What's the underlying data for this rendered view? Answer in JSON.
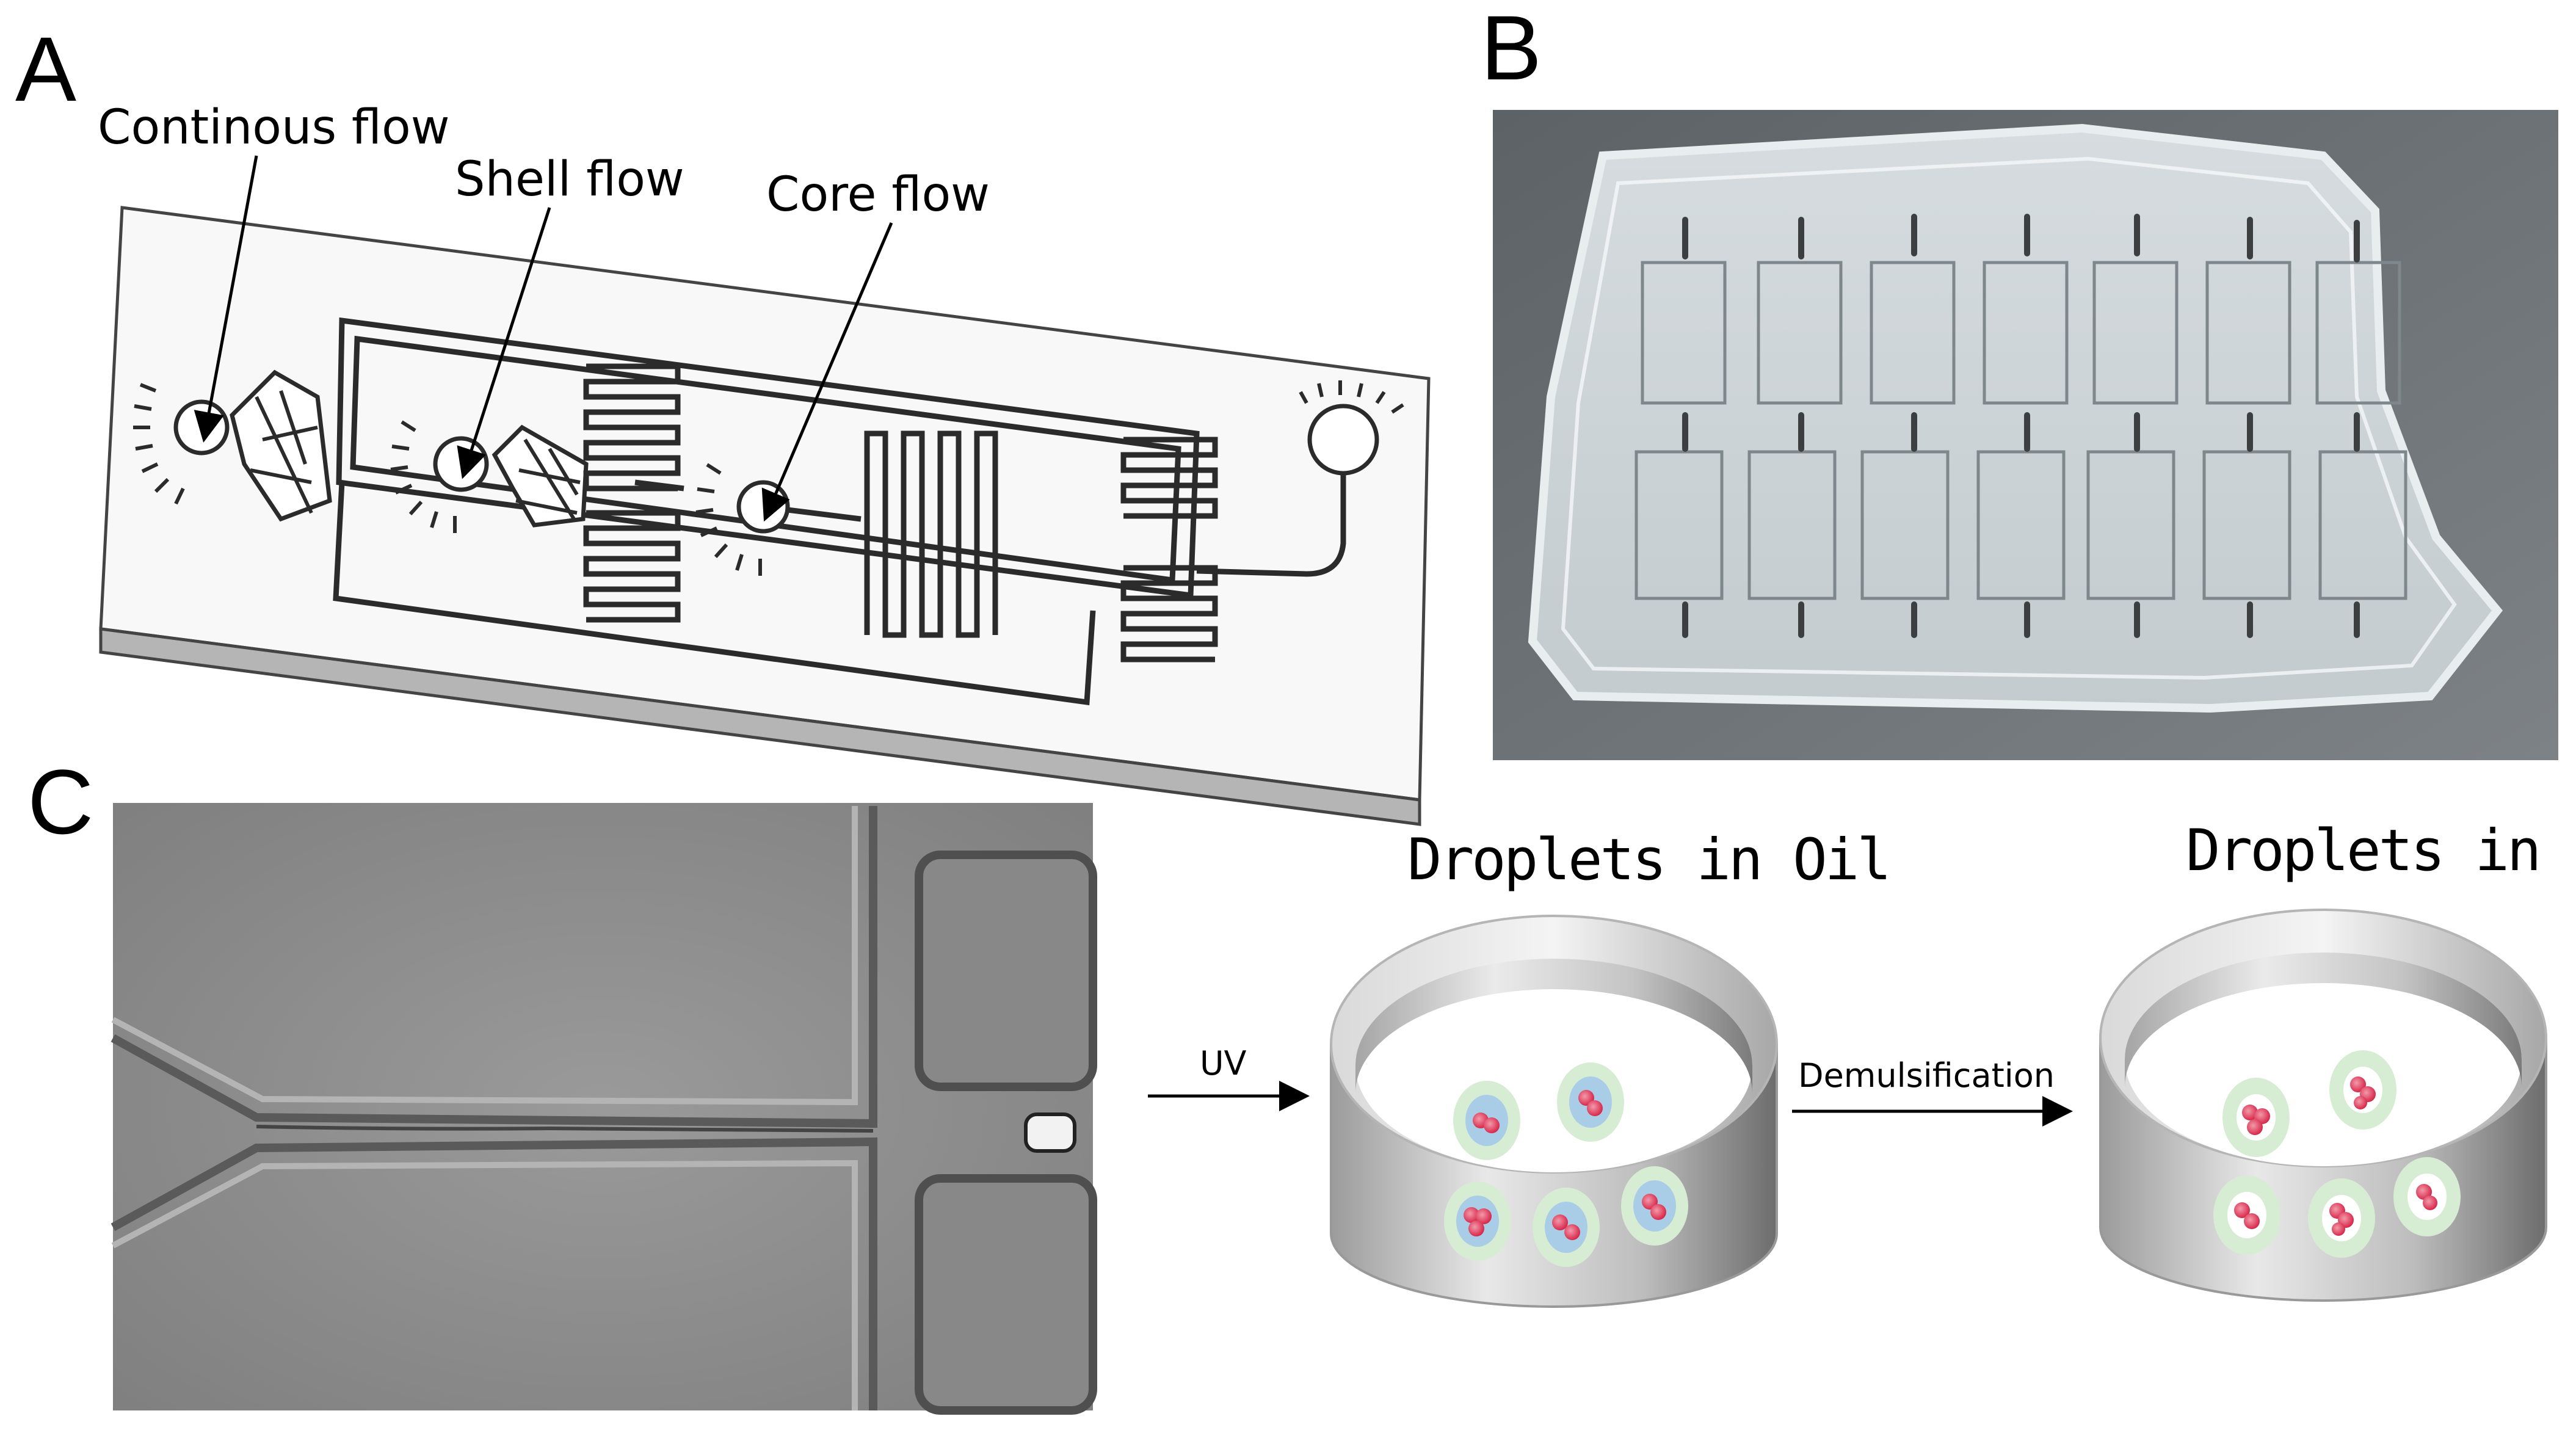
{
  "panels": {
    "a": {
      "letter": "A",
      "labels": {
        "continuous": "Continous flow",
        "shell": "Shell flow",
        "core": "Core flow"
      }
    },
    "b": {
      "letter": "B"
    },
    "c": {
      "letter": "C",
      "uv_label": "UV",
      "demulsification_label": "Demulsification",
      "dish_left_title": "Droplets in Oil",
      "dish_right_title": "Droplets in PBS"
    }
  },
  "colors": {
    "shell": "#d7edd3",
    "core_blue": "#a9cde6",
    "cell_red": "#e2445f",
    "cell_dot": "#ffb04a",
    "device_top": "#f7f7f7",
    "device_side": "#b0b0b0",
    "micrograph": "#8d8d8d"
  }
}
